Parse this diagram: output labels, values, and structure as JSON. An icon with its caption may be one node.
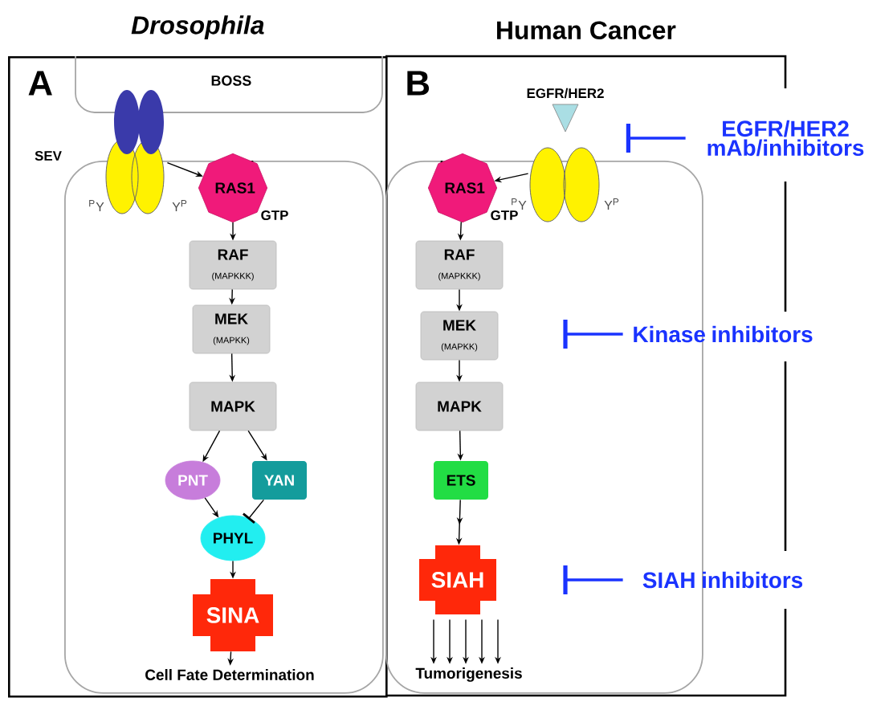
{
  "diagram": {
    "nodes": [
      {
        "text": [
          "Drosophila",
          "A"
        ]
      },
      {
        "text": [
          "BOSS"
        ],
        "in": 0
      },
      {
        "text": [],
        "shape": "receptor",
        "in": 0,
        "beside": [
          "SEV",
          "$^{P}$Y",
          "Y$^{P}$"
        ]
      },
      {
        "text": [],
        "shape": "cell",
        "in": 0
      },
      {
        "text": [
          "RAS1"
        ],
        "in": 3,
        "beside": [
          "GTP"
        ]
      },
      {
        "text": [
          "RAF",
          "(MAPKKK)"
        ],
        "in": 3
      },
      {
        "text": [
          "MEK",
          "(MAPKK)"
        ],
        "in": 3
      },
      {
        "text": [
          "MAPK"
        ],
        "in": 3
      },
      {
        "text": [
          "PNT"
        ],
        "in": 3
      },
      {
        "text": [
          "YAN"
        ],
        "in": 3
      },
      {
        "text": [
          "PHYL"
        ],
        "in": 3
      },
      {
        "text": [
          "SINA"
        ],
        "in": 3
      },
      {
        "text": [
          "Cell Fate Determination"
        ],
        "in": 3
      },
      {
        "text": [
          "Human Cancer",
          "B"
        ]
      },
      {
        "text": [],
        "shape": "receptor",
        "in": 13,
        "beside": [
          "EGFR/HER2",
          "$^{P}$Y",
          "Y$^{P}$"
        ]
      },
      {
        "text": [],
        "shape": "cell",
        "in": 13
      },
      {
        "text": [
          "RAS1"
        ],
        "in": 15,
        "beside": [
          "GTP"
        ]
      },
      {
        "text": [
          "RAF",
          "(MAPKKK)"
        ],
        "in": 15
      },
      {
        "text": [
          "MEK",
          "(MAPKK)"
        ],
        "in": 15
      },
      {
        "text": [
          "MAPK"
        ],
        "in": 15
      },
      {
        "text": [
          "ETS"
        ],
        "in": 15
      },
      {
        "text": [
          "SIAH"
        ],
        "in": 15
      },
      {
        "text": [
          "Tumorigenesis"
        ],
        "in": 15
      },
      {
        "text": [
          "EGFR/HER2 mAb/inhibitors"
        ]
      },
      {
        "text": [
          "Kinase inhibitors"
        ]
      },
      {
        "text": [
          "SIAH inhibitors"
        ]
      }
    ],
    "edges": [
      {
        "from": 2,
        "to": 4,
        "arrow": "to"
      },
      {
        "from": 4,
        "to": 5,
        "arrow": "to"
      },
      {
        "from": 5,
        "to": 6,
        "arrow": "to"
      },
      {
        "from": 6,
        "to": 7,
        "arrow": "to"
      },
      {
        "from": 7,
        "to": 8,
        "arrow": "to"
      },
      {
        "from": 7,
        "to": 9,
        "arrow": "to"
      },
      {
        "from": 8,
        "to": 10,
        "arrow": "to"
      },
      {
        "from": 9,
        "to": 10,
        "arrow": "other"
      },
      {
        "from": 10,
        "to": 11,
        "arrow": "to"
      },
      {
        "from": 11,
        "to": 12,
        "arrow": "to"
      },
      {
        "from": 14,
        "to": 16,
        "arrow": "to"
      },
      {
        "from": 16,
        "to": 17,
        "arrow": "to"
      },
      {
        "from": 17,
        "to": 18,
        "arrow": "to"
      },
      {
        "from": 18,
        "to": 19,
        "arrow": "to"
      },
      {
        "from": 19,
        "to": 20,
        "arrow": "to"
      },
      {
        "from": 20,
        "to": 21,
        "arrow": "to"
      },
      {
        "from": 21,
        "to": 22,
        "arrow": "to"
      },
      {
        "from": 23,
        "to": 14,
        "arrow": "other",
        "color": "#1a33ff"
      },
      {
        "from": 24,
        "to": null,
        "arrow": "other",
        "color": "#1a33ff"
      },
      {
        "from": 25,
        "to": null,
        "arrow": "other",
        "color": "#1a33ff"
      }
    ]
  }
}
